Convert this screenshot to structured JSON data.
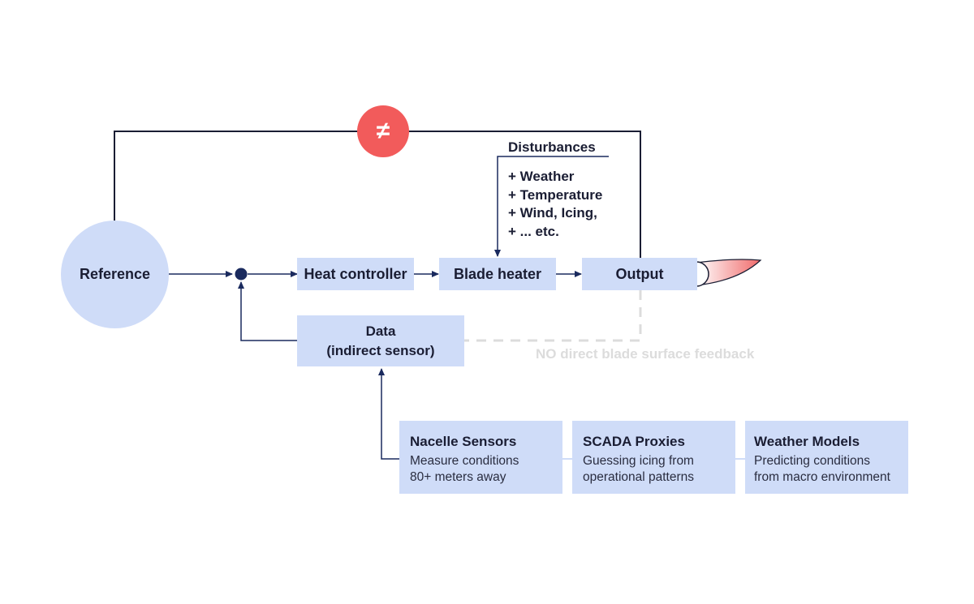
{
  "diagram": {
    "reference_label": "Reference",
    "neq_symbol": "≠",
    "heat_controller_label": "Heat controller",
    "blade_heater_label": "Blade heater",
    "output_label": "Output",
    "data_box": {
      "line1": "Data",
      "line2": "(indirect sensor)"
    },
    "disturbances": {
      "title": "Disturbances",
      "items": [
        "+ Weather",
        "+ Temperature",
        "+ Wind, Icing,",
        "+ ... etc."
      ]
    },
    "no_feedback_label": "NO direct blade surface feedback",
    "sources": [
      {
        "title": "Nacelle Sensors",
        "line1": "Measure conditions",
        "line2": "80+ meters away"
      },
      {
        "title": "SCADA Proxies",
        "line1": "Guessing icing from",
        "line2": "operational patterns"
      },
      {
        "title": "Weather Models",
        "line1": "Predicting conditions",
        "line2": "from macro environment"
      }
    ],
    "colors": {
      "box_fill": "#cfdcf8",
      "line": "#1a1d33",
      "arrow": "#1a2a5e",
      "neq_fill": "#f25b5b",
      "dashed": "#dcdcdc"
    }
  }
}
